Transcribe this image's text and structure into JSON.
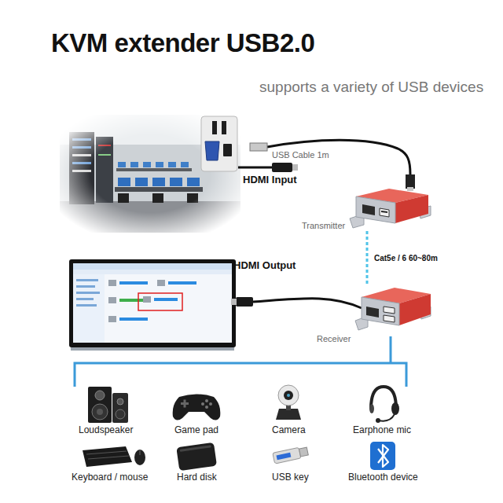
{
  "diagram": {
    "title": "KVM extender USB2.0",
    "nodes": [
      {
        "text": [
          "Transmitter"
        ]
      },
      {
        "text": [
          "Receiver"
        ]
      }
    ],
    "edges": [
      {
        "from": 0,
        "to": 1,
        "label": "Cat5e / 6 60~80m",
        "arrow": "none"
      }
    ],
    "labels": [
      "supports a variety of USB devices",
      "USB Cable 1m",
      "HDMI Input",
      "HDMI Output",
      "Loudspeaker",
      "Game pad",
      "Camera",
      "Earphone mic",
      "Keyboard / mouse",
      "Hard disk",
      "USB key",
      "Bluetooth device"
    ]
  }
}
